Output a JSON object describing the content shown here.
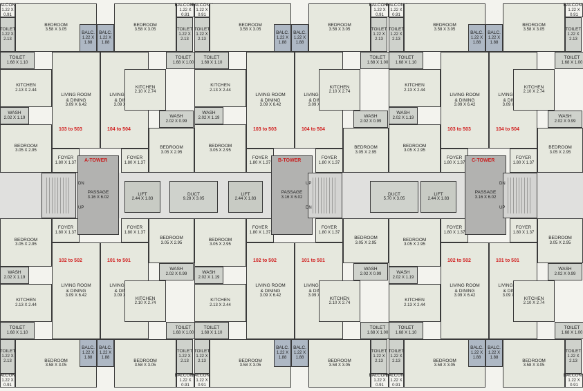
{
  "labels": {
    "bedroom": "BEDROOM",
    "living1": "LIVING ROOM",
    "living2": "& DINING",
    "kitchen": "KITCHEN",
    "toilet": "TOILET",
    "wash": "WASH",
    "balc": "BALC.",
    "balcony": "BALCONY",
    "foyer": "FOYER",
    "lift": "LIFT",
    "duct": "DUCT",
    "passage": "PASSAGE",
    "up": "UP",
    "dn": "DN"
  },
  "dims": {
    "bed_top": "3.58 X 3.05",
    "bed_mid": "3.05 X 2.95",
    "living": "3.09 X 6.42",
    "kitchen_edge": "2.13 X 2.44",
    "kitchen_in": "2.10 X 2.74",
    "toilet_small": "1.22 X 2.13",
    "toilet_wide": "1.68 X 1.10",
    "toilet_in": "1.68 X 1.00",
    "wash_edge": "2.02 X 1.19",
    "wash_in": "2.02 X 0.99",
    "balc": "1.22 X 1.88",
    "balcony": "1.22 X 0.91",
    "foyer": "1.80 X 1.37",
    "lift": "2.44 X 1.83",
    "duct_a": "9.28 X 3.05",
    "duct_c": "5.70 X 3.05",
    "passage": "3.16 X 6.02"
  },
  "towers": [
    "A-TOWER",
    "B-TOWER",
    "C-TOWER"
  ],
  "units_top": [
    "103 to 503",
    "104 to 504"
  ],
  "units_bottom": [
    "102 to 502",
    "101 to 501"
  ]
}
